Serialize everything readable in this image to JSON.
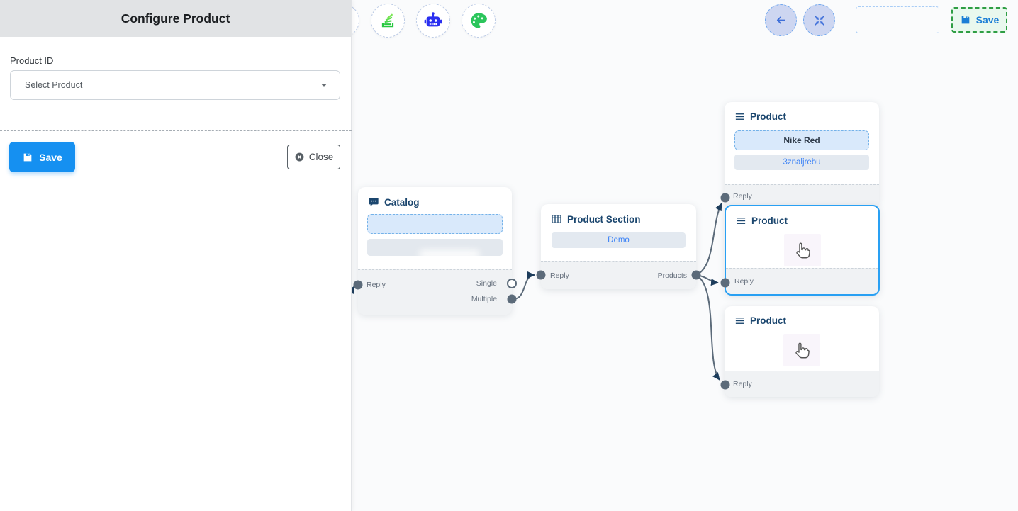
{
  "panel": {
    "title": "Configure Product",
    "product_id_label": "Product ID",
    "select_value": "Select Product",
    "save_label": "Save",
    "close_label": "Close"
  },
  "topbar": {
    "save_label": "Save"
  },
  "icons": {
    "toolbar": [
      "stack-icon",
      "robot-icon",
      "palette-icon"
    ],
    "topbar": [
      "back-arrow-icon",
      "fit-view-icon"
    ],
    "panel": [
      "save-floppy-icon",
      "close-circle-icon",
      "chevron-down-icon"
    ],
    "node_headers": [
      "chat-bubble-icon",
      "table-grid-icon",
      "menu-bars-icon"
    ],
    "cursor": "hand-pointer-icon"
  },
  "colors": {
    "primary_blue": "#1590f1",
    "selection_blue": "#29a0f3",
    "link_blue": "#3b82f6",
    "save_green_border": "#2f9e44",
    "save_green_bg": "#e9f8ee",
    "edge_gray": "#5c6b7a",
    "arrow_navy": "#1d3d5c",
    "node_header_navy": "#1b466e",
    "dashed_input_bg": "#d9e9fb",
    "dashed_input_border": "#74b2e9",
    "panel_header_bg": "#e1e3e5"
  },
  "canvas": {
    "nodes": {
      "catalog": {
        "title": "Catalog",
        "input_label": "Reply",
        "output_single": "Single",
        "output_multiple": "Multiple"
      },
      "product_section": {
        "title": "Product Section",
        "body_button": "Demo",
        "input_label": "Reply",
        "output_label": "Products"
      },
      "product_top": {
        "title": "Product",
        "item_primary": "Nike Red",
        "item_secondary": "3znaljrebu",
        "input_label": "Reply"
      },
      "product_middle": {
        "title": "Product",
        "input_label": "Reply"
      },
      "product_bottom": {
        "title": "Product",
        "input_label": "Reply"
      }
    }
  }
}
